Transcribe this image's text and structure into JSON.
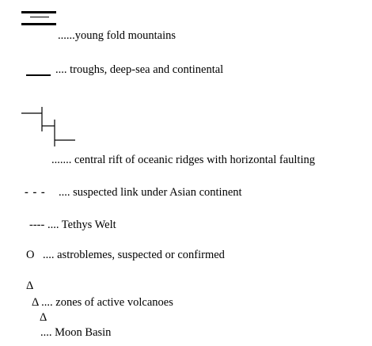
{
  "legend": {
    "young_fold_mountains": "......young fold mountains",
    "troughs": ".... troughs, deep-sea and continental",
    "central_rift": "....... central rift of oceanic ridges with horizontal faulting",
    "suspected_link_symbol": "- - -",
    "suspected_link": ".... suspected link under Asian continent",
    "tethys_welt": "---- .... Tethys Welt",
    "astroblemes_symbol": "O",
    "astroblemes": ".... astroblemes, suspected or confirmed",
    "triangle_1": "Δ",
    "active_volcanoes": "Δ .... zones of active volcanoes",
    "triangle_2": "Δ",
    "moon_basin": ".... Moon Basin"
  },
  "colors": {
    "ink": "#000000",
    "background": "#ffffff"
  },
  "icons": {
    "fold_mountains": "triple-line-icon",
    "trough": "single-line-icon",
    "rift": "stepped-fault-line-icon",
    "astrobleme": "circle-o-icon",
    "volcano": "triangle-delta-icon"
  }
}
